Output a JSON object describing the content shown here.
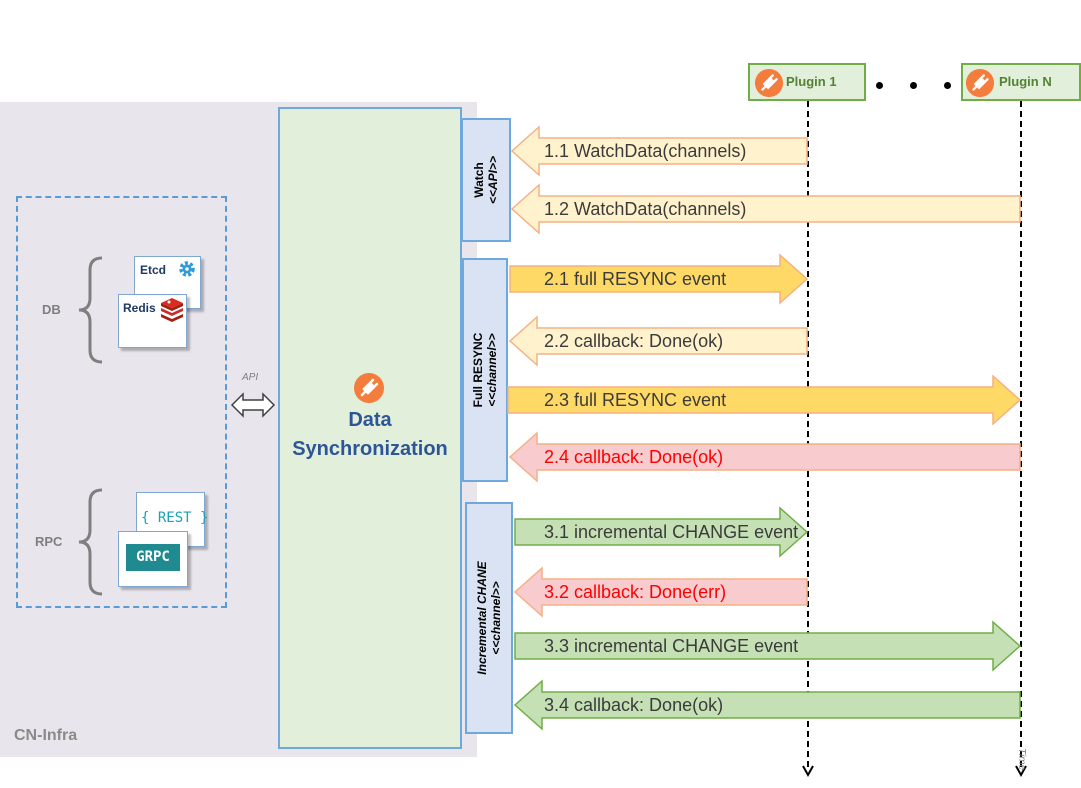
{
  "colors": {
    "yellow_light": "#fff2cc",
    "yellow": "#ffd966",
    "orange_border": "#f4b183",
    "red_light": "#f8cbce",
    "green": "#c5e0b4",
    "green_border": "#70ad47",
    "text_dark": "#3b3b3b",
    "text_red": "#ff0000",
    "accent_blue": "#2e5597"
  },
  "container": {
    "label": "CN-Infra"
  },
  "db_group": {
    "label": "DB",
    "items": [
      {
        "label": "Etcd",
        "icon": "gear-icon"
      },
      {
        "label": "Redis",
        "icon": "redis-icon"
      }
    ]
  },
  "rpc_group": {
    "label": "RPC",
    "items": [
      {
        "label": "{ REST }"
      },
      {
        "label": "GRPC"
      }
    ]
  },
  "api_label": "API",
  "core": {
    "title_line1": "Data",
    "title_line2": "Synchronization",
    "icon": "plug-icon"
  },
  "phases": [
    {
      "line1": "Watch",
      "line2": "<<API>>"
    },
    {
      "line1": "Full RESYNC",
      "line2": "<<channel>>"
    },
    {
      "line1": "Incremental CHANE",
      "line2": "<<channel>>"
    }
  ],
  "plugins": [
    {
      "label": "Plugin 1",
      "icon": "plug-icon"
    },
    {
      "label": "Plugin N",
      "icon": "plug-icon"
    }
  ],
  "time_label": "Time",
  "messages": [
    {
      "label": "1.1 WatchData(channels)",
      "direction": "left",
      "style": "yellow_light"
    },
    {
      "label": "1.2 WatchData(channels)",
      "direction": "left",
      "style": "yellow_light"
    },
    {
      "label": "2.1 full RESYNC event",
      "direction": "right",
      "style": "yellow"
    },
    {
      "label": "2.2 callback: Done(ok)",
      "direction": "left",
      "style": "yellow_light"
    },
    {
      "label": "2.3 full RESYNC event",
      "direction": "right",
      "style": "yellow"
    },
    {
      "label": "2.4 callback: Done(ok)",
      "direction": "left",
      "style": "red"
    },
    {
      "label": "3.1 incremental CHANGE event",
      "direction": "right",
      "style": "green"
    },
    {
      "label": "3.2 callback: Done(err)",
      "direction": "left",
      "style": "red"
    },
    {
      "label": "3.3 incremental CHANGE event",
      "direction": "right",
      "style": "green"
    },
    {
      "label": "3.4 callback: Done(ok)",
      "direction": "left",
      "style": "green"
    }
  ]
}
